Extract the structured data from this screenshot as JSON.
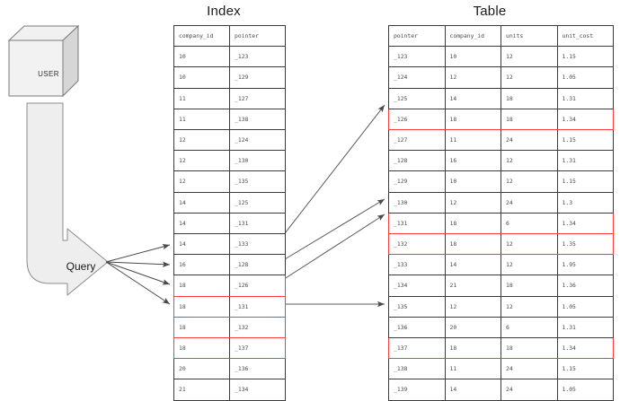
{
  "diagram": {
    "titles": {
      "index": "Index",
      "table": "Table"
    },
    "actor": {
      "label": "USER",
      "shape": "cube-3d"
    },
    "flow": {
      "label": "Query",
      "shape": "bent-block-arrow"
    },
    "highlight_color": "#ff3b3b",
    "line_color": "#3b3b3b",
    "fill_color": "#eeeeee"
  },
  "index": {
    "name": "Index",
    "columns": [
      "company_id",
      "pointer"
    ],
    "rows": [
      {
        "company_id": "10",
        "pointer": "_123",
        "highlight": false
      },
      {
        "company_id": "10",
        "pointer": "_129",
        "highlight": false
      },
      {
        "company_id": "11",
        "pointer": "_127",
        "highlight": false
      },
      {
        "company_id": "11",
        "pointer": "_138",
        "highlight": false
      },
      {
        "company_id": "12",
        "pointer": "_124",
        "highlight": false
      },
      {
        "company_id": "12",
        "pointer": "_130",
        "highlight": false
      },
      {
        "company_id": "12",
        "pointer": "_135",
        "highlight": false
      },
      {
        "company_id": "14",
        "pointer": "_125",
        "highlight": false
      },
      {
        "company_id": "14",
        "pointer": "_131",
        "highlight": false
      },
      {
        "company_id": "14",
        "pointer": "_133",
        "highlight": false
      },
      {
        "company_id": "16",
        "pointer": "_128",
        "highlight": false
      },
      {
        "company_id": "18",
        "pointer": "_126",
        "highlight": true
      },
      {
        "company_id": "18",
        "pointer": "_131",
        "highlight": true
      },
      {
        "company_id": "18",
        "pointer": "_132",
        "highlight": true
      },
      {
        "company_id": "18",
        "pointer": "_137",
        "highlight": true
      },
      {
        "company_id": "20",
        "pointer": "_136",
        "highlight": false
      },
      {
        "company_id": "21",
        "pointer": "_134",
        "highlight": false
      }
    ]
  },
  "table": {
    "name": "Table",
    "columns": [
      "pointer",
      "company_id",
      "units",
      "unit_cost"
    ],
    "rows": [
      {
        "pointer": "_123",
        "company_id": "10",
        "units": "12",
        "unit_cost": "1.15",
        "highlight": false
      },
      {
        "pointer": "_124",
        "company_id": "12",
        "units": "12",
        "unit_cost": "1.05",
        "highlight": false
      },
      {
        "pointer": "_125",
        "company_id": "14",
        "units": "18",
        "unit_cost": "1.31",
        "highlight": false
      },
      {
        "pointer": "_126",
        "company_id": "18",
        "units": "18",
        "unit_cost": "1.34",
        "highlight": true
      },
      {
        "pointer": "_127",
        "company_id": "11",
        "units": "24",
        "unit_cost": "1.15",
        "highlight": false
      },
      {
        "pointer": "_128",
        "company_id": "16",
        "units": "12",
        "unit_cost": "1.31",
        "highlight": false
      },
      {
        "pointer": "_129",
        "company_id": "10",
        "units": "12",
        "unit_cost": "1.15",
        "highlight": false
      },
      {
        "pointer": "_130",
        "company_id": "12",
        "units": "24",
        "unit_cost": "1.3",
        "highlight": false
      },
      {
        "pointer": "_131",
        "company_id": "18",
        "units": "6",
        "unit_cost": "1.34",
        "highlight": true
      },
      {
        "pointer": "_132",
        "company_id": "18",
        "units": "12",
        "unit_cost": "1.35",
        "highlight": true
      },
      {
        "pointer": "_133",
        "company_id": "14",
        "units": "12",
        "unit_cost": "1.95",
        "highlight": false
      },
      {
        "pointer": "_134",
        "company_id": "21",
        "units": "18",
        "unit_cost": "1.36",
        "highlight": false
      },
      {
        "pointer": "_135",
        "company_id": "12",
        "units": "12",
        "unit_cost": "1.05",
        "highlight": false
      },
      {
        "pointer": "_136",
        "company_id": "20",
        "units": "6",
        "unit_cost": "1.31",
        "highlight": false
      },
      {
        "pointer": "_137",
        "company_id": "18",
        "units": "18",
        "unit_cost": "1.34",
        "highlight": true
      },
      {
        "pointer": "_138",
        "company_id": "11",
        "units": "24",
        "unit_cost": "1.15",
        "highlight": false
      },
      {
        "pointer": "_139",
        "company_id": "14",
        "units": "24",
        "unit_cost": "1.05",
        "highlight": false
      }
    ]
  },
  "connections": {
    "query_to_index": [
      "_126",
      "_131",
      "_132",
      "_137"
    ],
    "index_to_table": [
      {
        "from": "_126",
        "to": "_126"
      },
      {
        "from": "_131",
        "to": "_131"
      },
      {
        "from": "_132",
        "to": "_132"
      },
      {
        "from": "_137",
        "to": "_137"
      }
    ]
  }
}
